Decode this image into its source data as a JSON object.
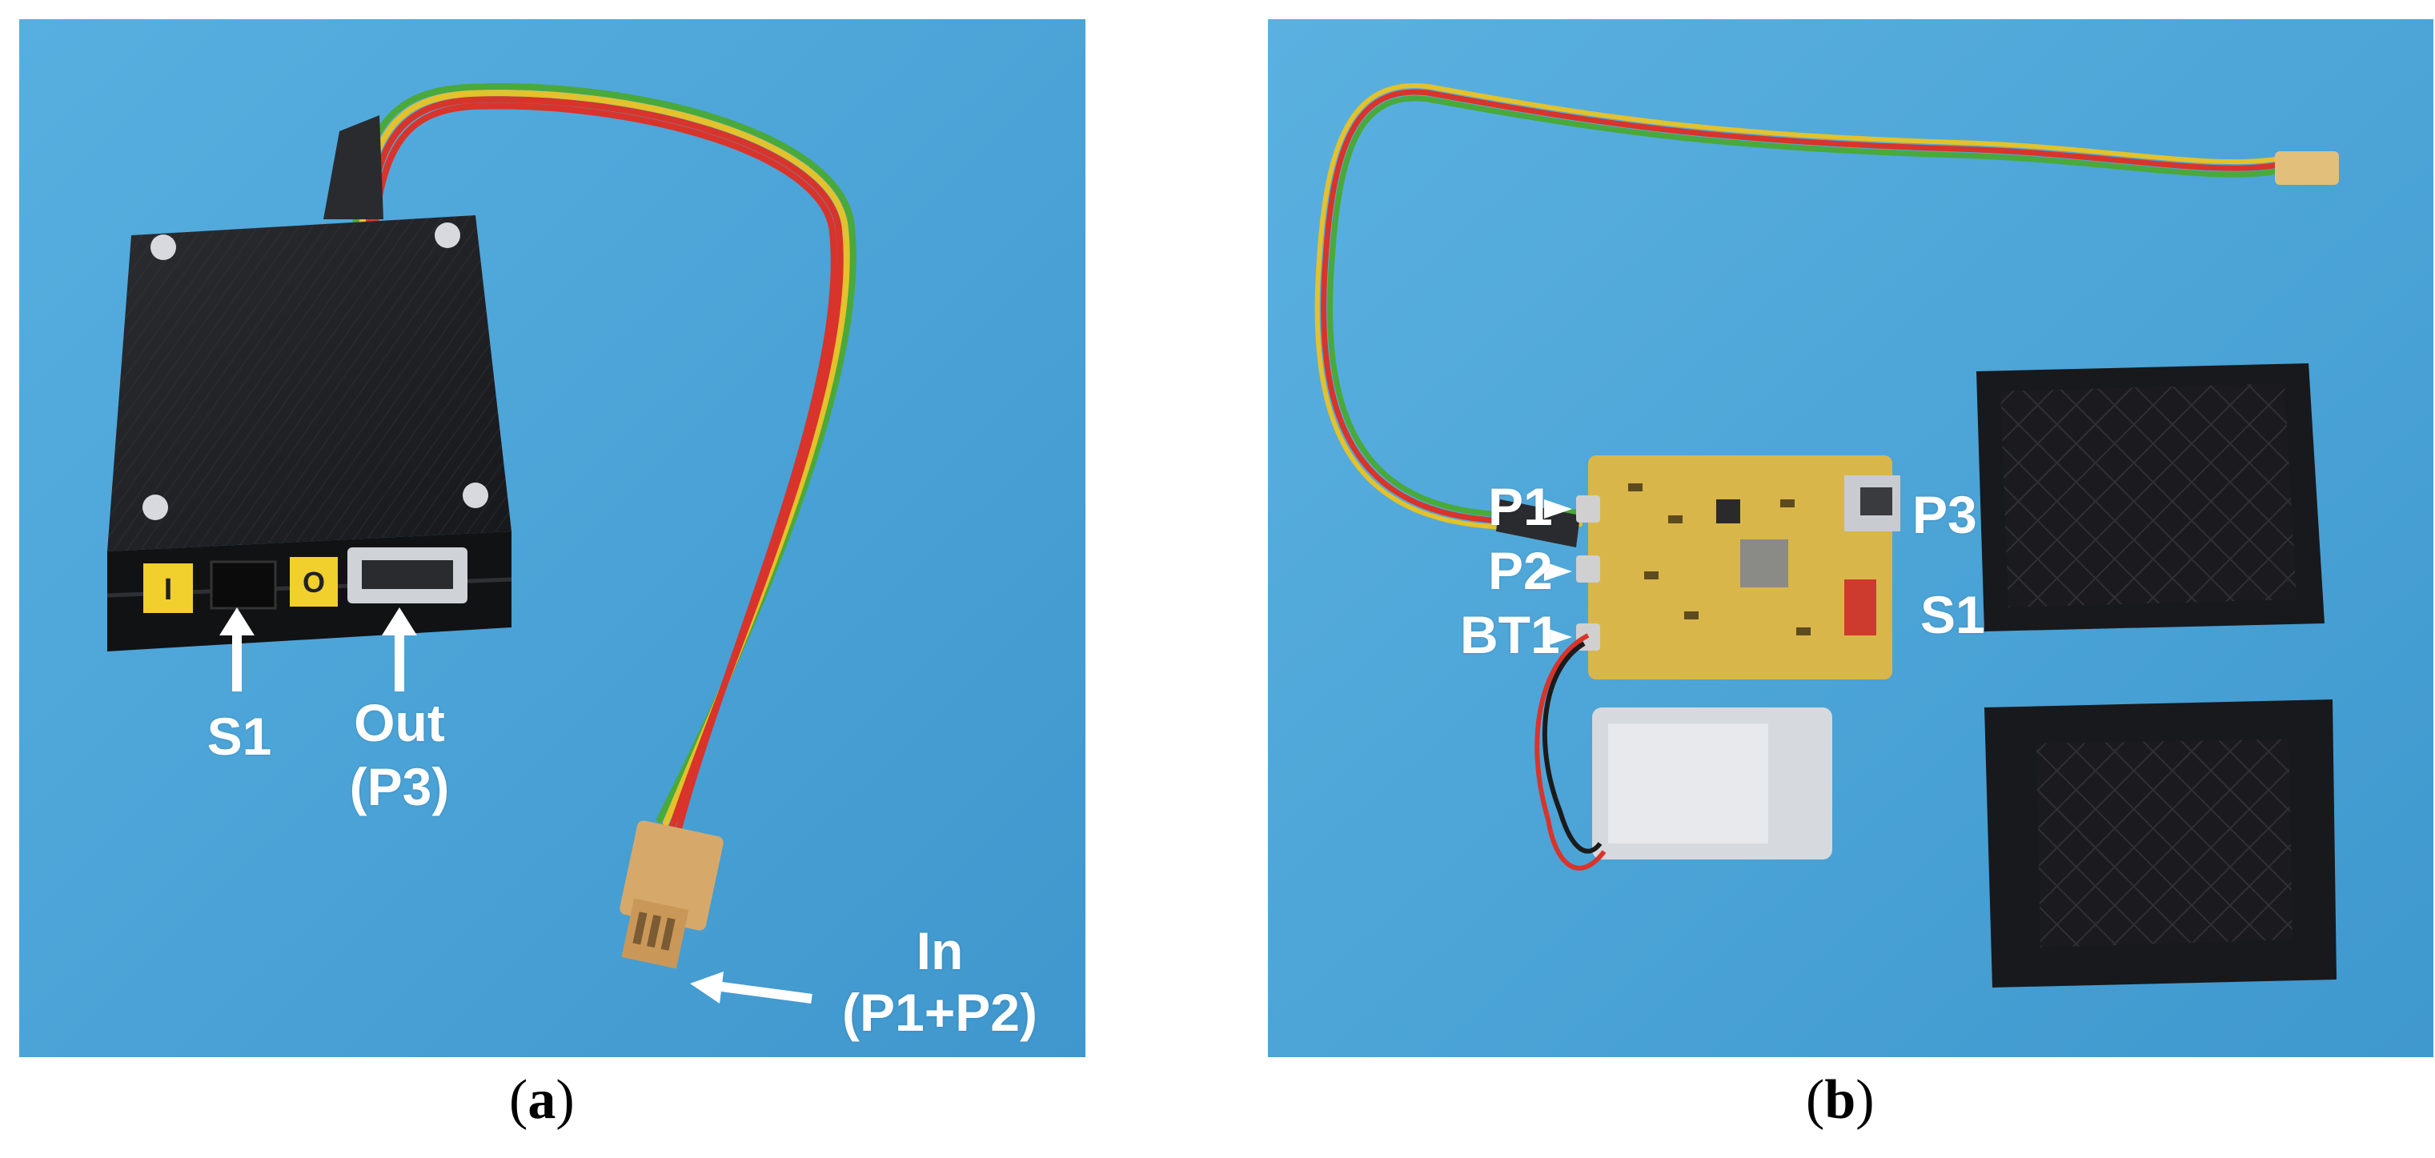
{
  "figure": {
    "caption_a": "a",
    "caption_b": "b"
  },
  "panel_a": {
    "labels": {
      "s1": "S1",
      "out_line1": "Out",
      "out_line2": "(P3)",
      "in_line1": "In",
      "in_line2": "(P1+P2)"
    },
    "switch_marks": {
      "on": "I",
      "off": "O"
    }
  },
  "panel_b": {
    "labels": {
      "p1": "P1",
      "p2": "P2",
      "bt1": "BT1",
      "p3": "P3",
      "s1": "S1"
    }
  },
  "colors": {
    "background_blue": "#4aa3d6",
    "enclosure": "#1e1f22",
    "pcb": "#d9b64a",
    "wire_red": "#d8342b",
    "wire_green": "#49a93a",
    "wire_yellow": "#e3c22b",
    "connector": "#d6a96a"
  }
}
